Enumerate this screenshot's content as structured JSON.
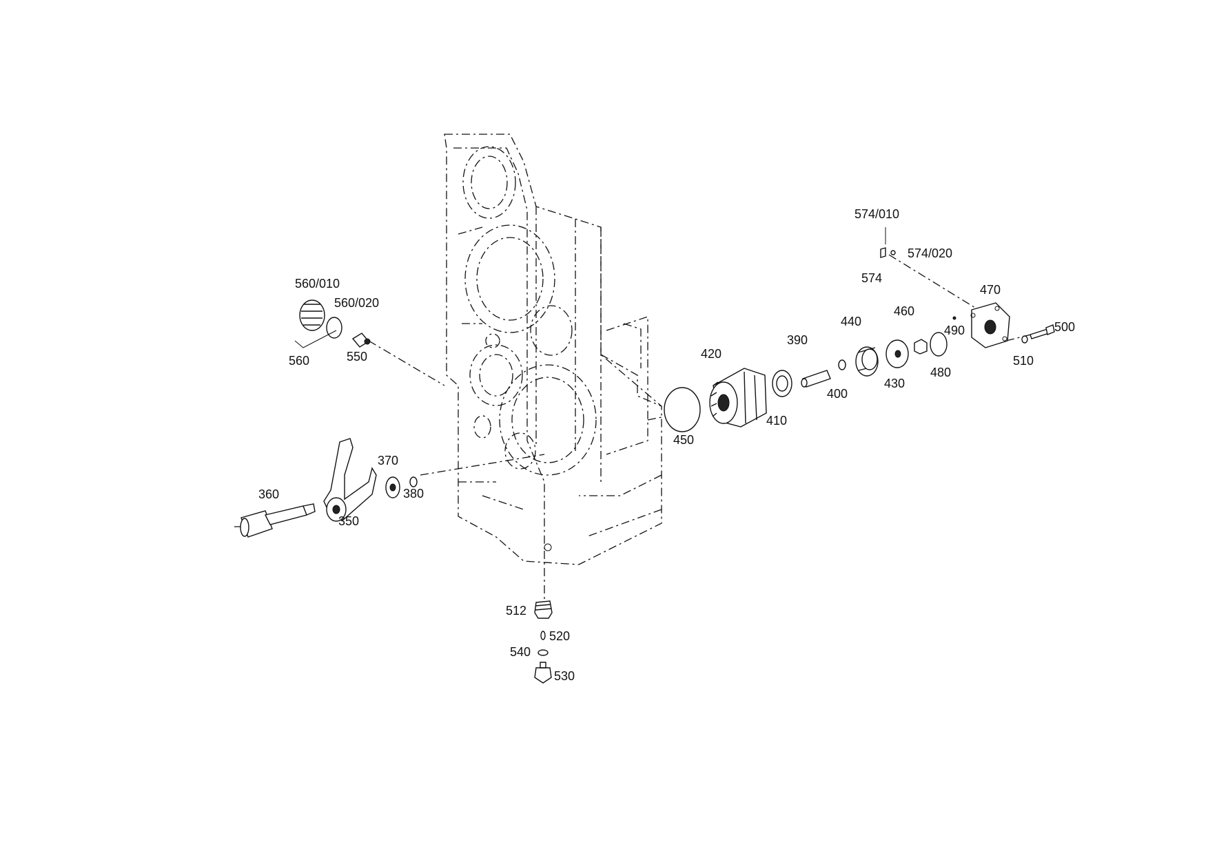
{
  "labels": {
    "p350": "350",
    "p360": "360",
    "p370": "370",
    "p380": "380",
    "p390": "390",
    "p400": "400",
    "p410": "410",
    "p420": "420",
    "p430": "430",
    "p440": "440",
    "p450": "450",
    "p460": "460",
    "p470": "470",
    "p480": "480",
    "p490": "490",
    "p500": "500",
    "p510": "510",
    "p512": "512",
    "p520": "520",
    "p530": "530",
    "p540": "540",
    "p550": "550",
    "p560": "560",
    "p560_010": "560/010",
    "p560_020": "560/020",
    "p574": "574",
    "p574_010": "574/010",
    "p574_020": "574/020"
  }
}
